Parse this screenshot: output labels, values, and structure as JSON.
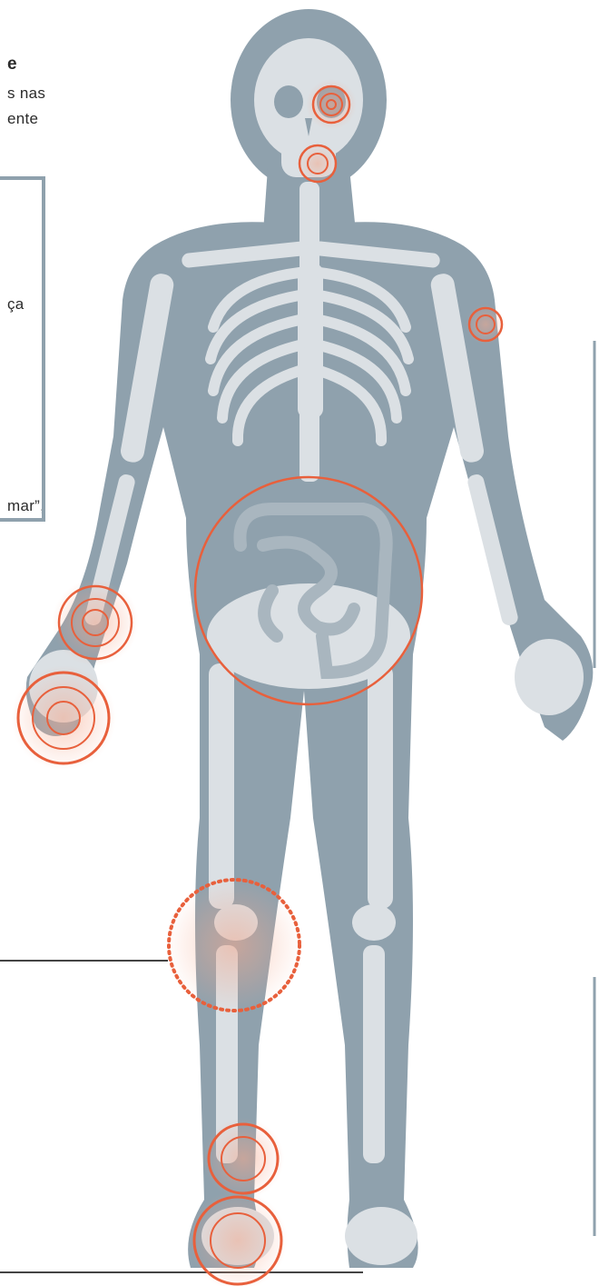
{
  "text_fragments": {
    "heading_tail": "e",
    "line1_tail": "s nas",
    "line2_tail": "ente",
    "box_line1_tail": "ça",
    "box_line2_tail": "mar”,"
  },
  "colors": {
    "body_silhouette": "#8fa1ad",
    "bone": "#dbe0e4",
    "accent_marker": "#e8603c",
    "panel_border": "#8fa1ad",
    "leader_line": "#444444"
  },
  "markers": [
    {
      "name": "eye-marker",
      "style": "concentric"
    },
    {
      "name": "jaw-marker",
      "style": "concentric"
    },
    {
      "name": "shoulder-marker",
      "style": "concentric"
    },
    {
      "name": "wrist-marker",
      "style": "concentric"
    },
    {
      "name": "hand-marker",
      "style": "concentric"
    },
    {
      "name": "abdomen-marker",
      "style": "single-ring"
    },
    {
      "name": "knee-marker",
      "style": "dotted"
    },
    {
      "name": "ankle-marker",
      "style": "concentric"
    },
    {
      "name": "foot-marker",
      "style": "concentric"
    }
  ]
}
